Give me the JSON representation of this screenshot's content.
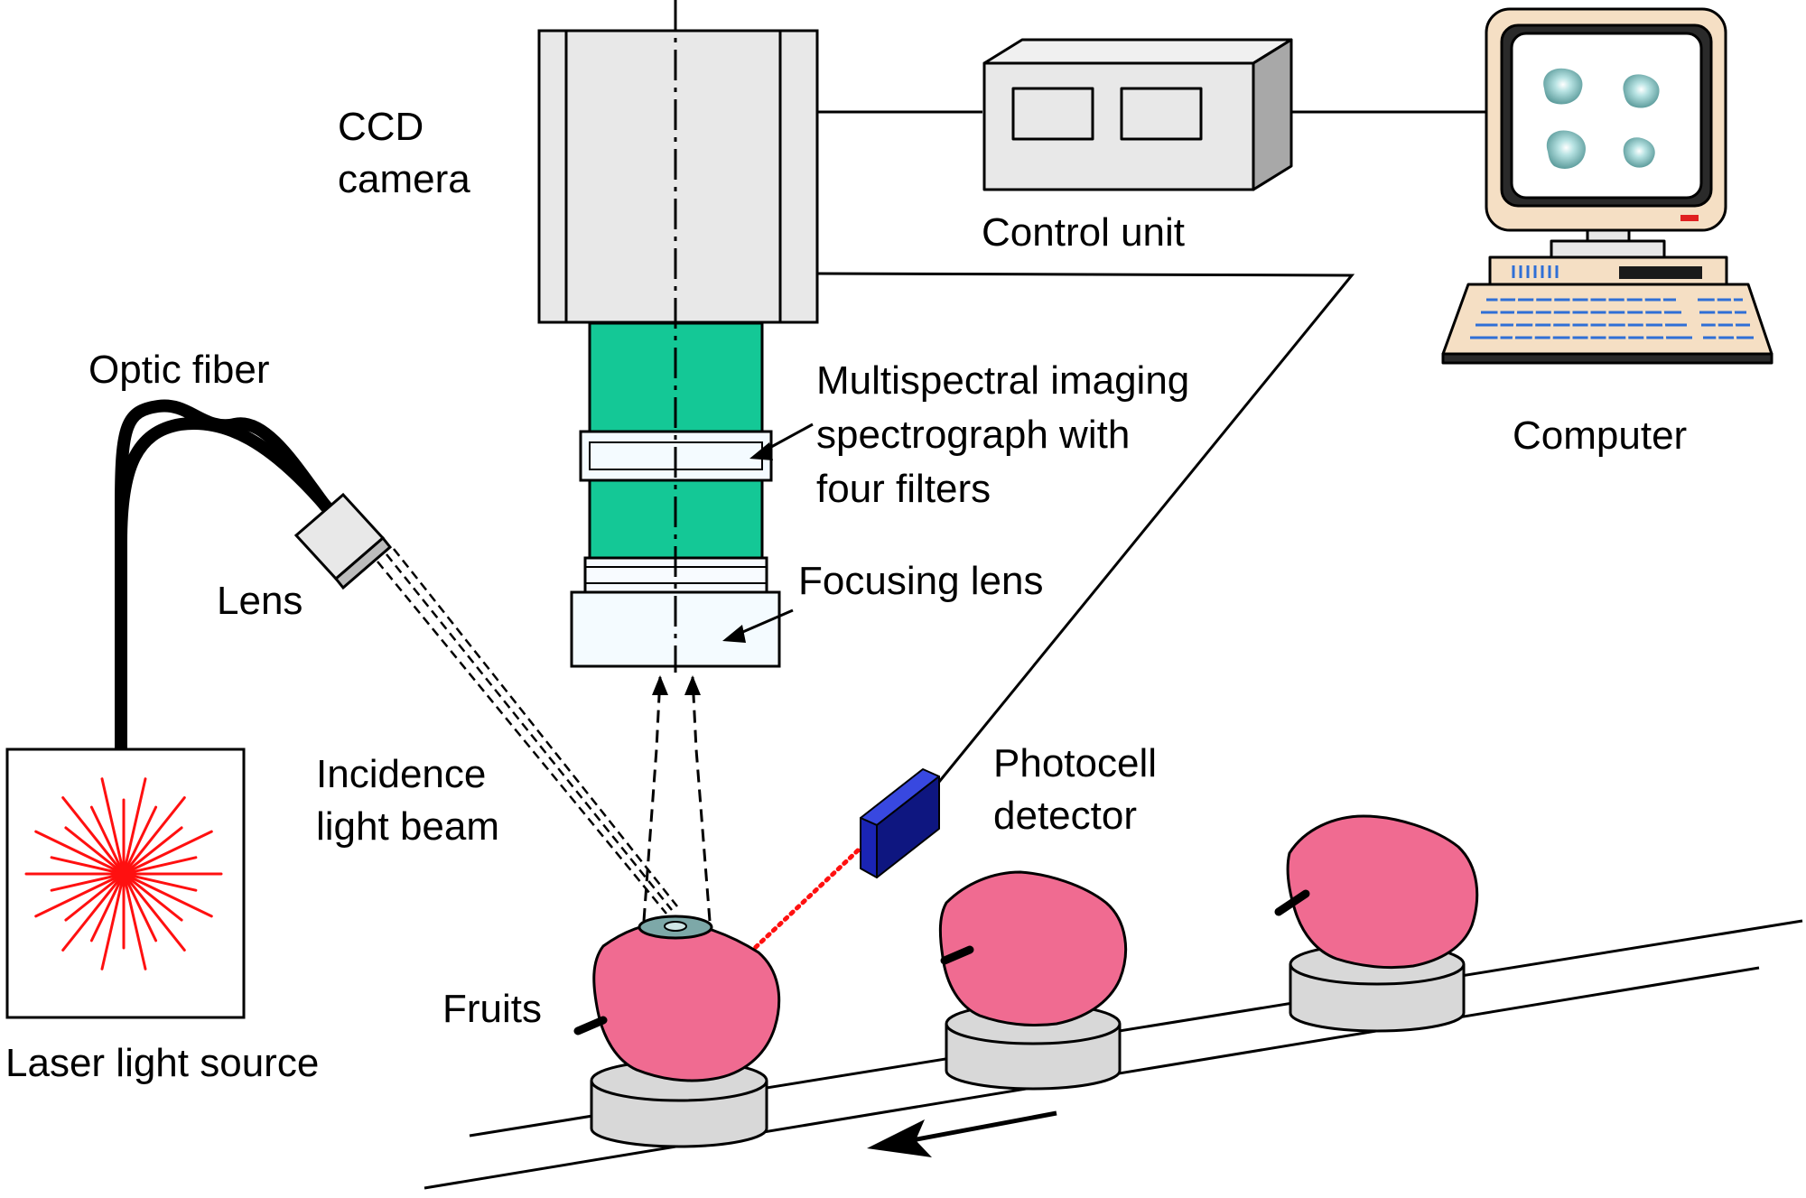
{
  "labels": {
    "ccd_camera": [
      "CCD",
      "camera"
    ],
    "control_unit": "Control unit",
    "computer": "Computer",
    "optic_fiber": "Optic fiber",
    "lens": "Lens",
    "spectrograph": [
      "Multispectral imaging",
      "spectrograph with",
      "four filters"
    ],
    "focusing_lens": "Focusing lens",
    "photocell": [
      "Photocell",
      "detector"
    ],
    "incidence_beam": [
      "Incidence",
      "light beam"
    ],
    "fruits": "Fruits",
    "laser_source": "Laser light source"
  },
  "colors": {
    "spectrograph_body": "#14c896",
    "fruit": "#f06b91",
    "photocell": "#1a24b4",
    "laser": "#ff1010",
    "device_gray": "#e8e8e8",
    "keyboard_blue": "#2f6fd6",
    "screen_blob": "#8fc9c9"
  },
  "icons": {
    "conveyor_direction": "arrow-left-icon",
    "laser": "starburst-icon"
  }
}
